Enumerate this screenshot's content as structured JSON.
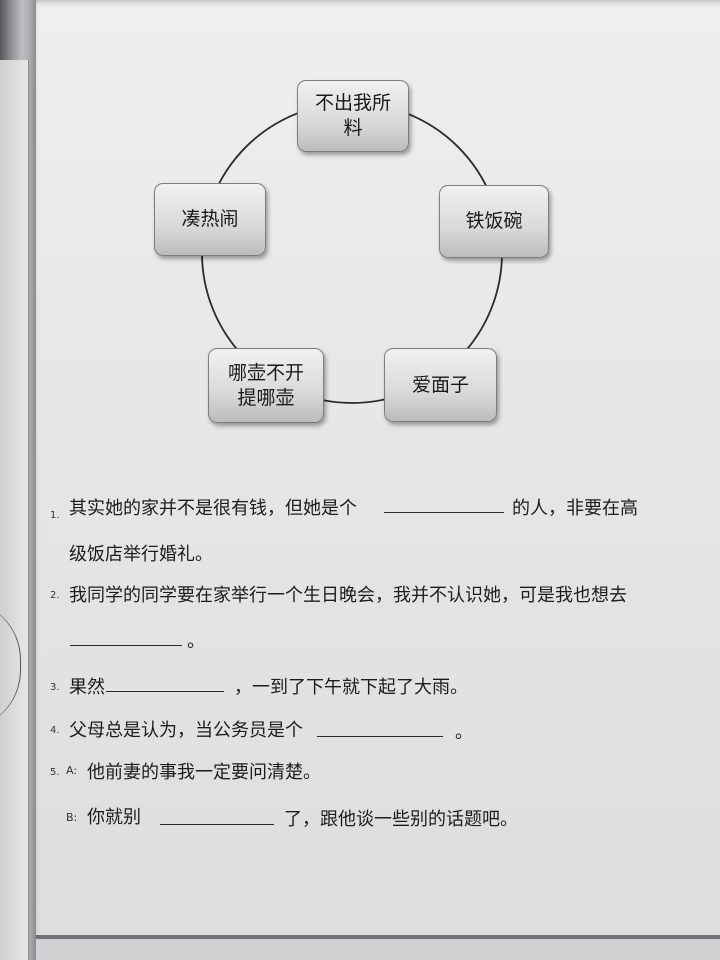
{
  "diagram": {
    "nodes": [
      {
        "line1": "不出我所",
        "line2": "料"
      },
      {
        "line1": "凑热闹",
        "line2": ""
      },
      {
        "line1": "铁饭碗",
        "line2": ""
      },
      {
        "line1": "哪壶不开",
        "line2": "提哪壶"
      },
      {
        "line1": "爱面子",
        "line2": ""
      }
    ]
  },
  "questions": [
    {
      "number": "1.",
      "part1": "其实她的家并不是很有钱，但她是个",
      "part2": "的人，非要在高",
      "line2": "级饭店举行婚礼。"
    },
    {
      "number": "2.",
      "line1": "我同学的同学要在家举行一个生日晚会，我并不认识她，可是我也想去",
      "tail": "。"
    },
    {
      "number": "3.",
      "part1": "果然",
      "part2": "，一到了下午就下起了大雨。"
    },
    {
      "number": "4.",
      "part1": "父母总是认为，当公务员是个",
      "part2": "。"
    },
    {
      "number": "5.",
      "a_label": "A:",
      "a_text": "他前妻的事我一定要问清楚。",
      "b_label": "B:",
      "b_part1": "你就别",
      "b_part2": "了，跟他谈一些别的话题吧。"
    }
  ]
}
